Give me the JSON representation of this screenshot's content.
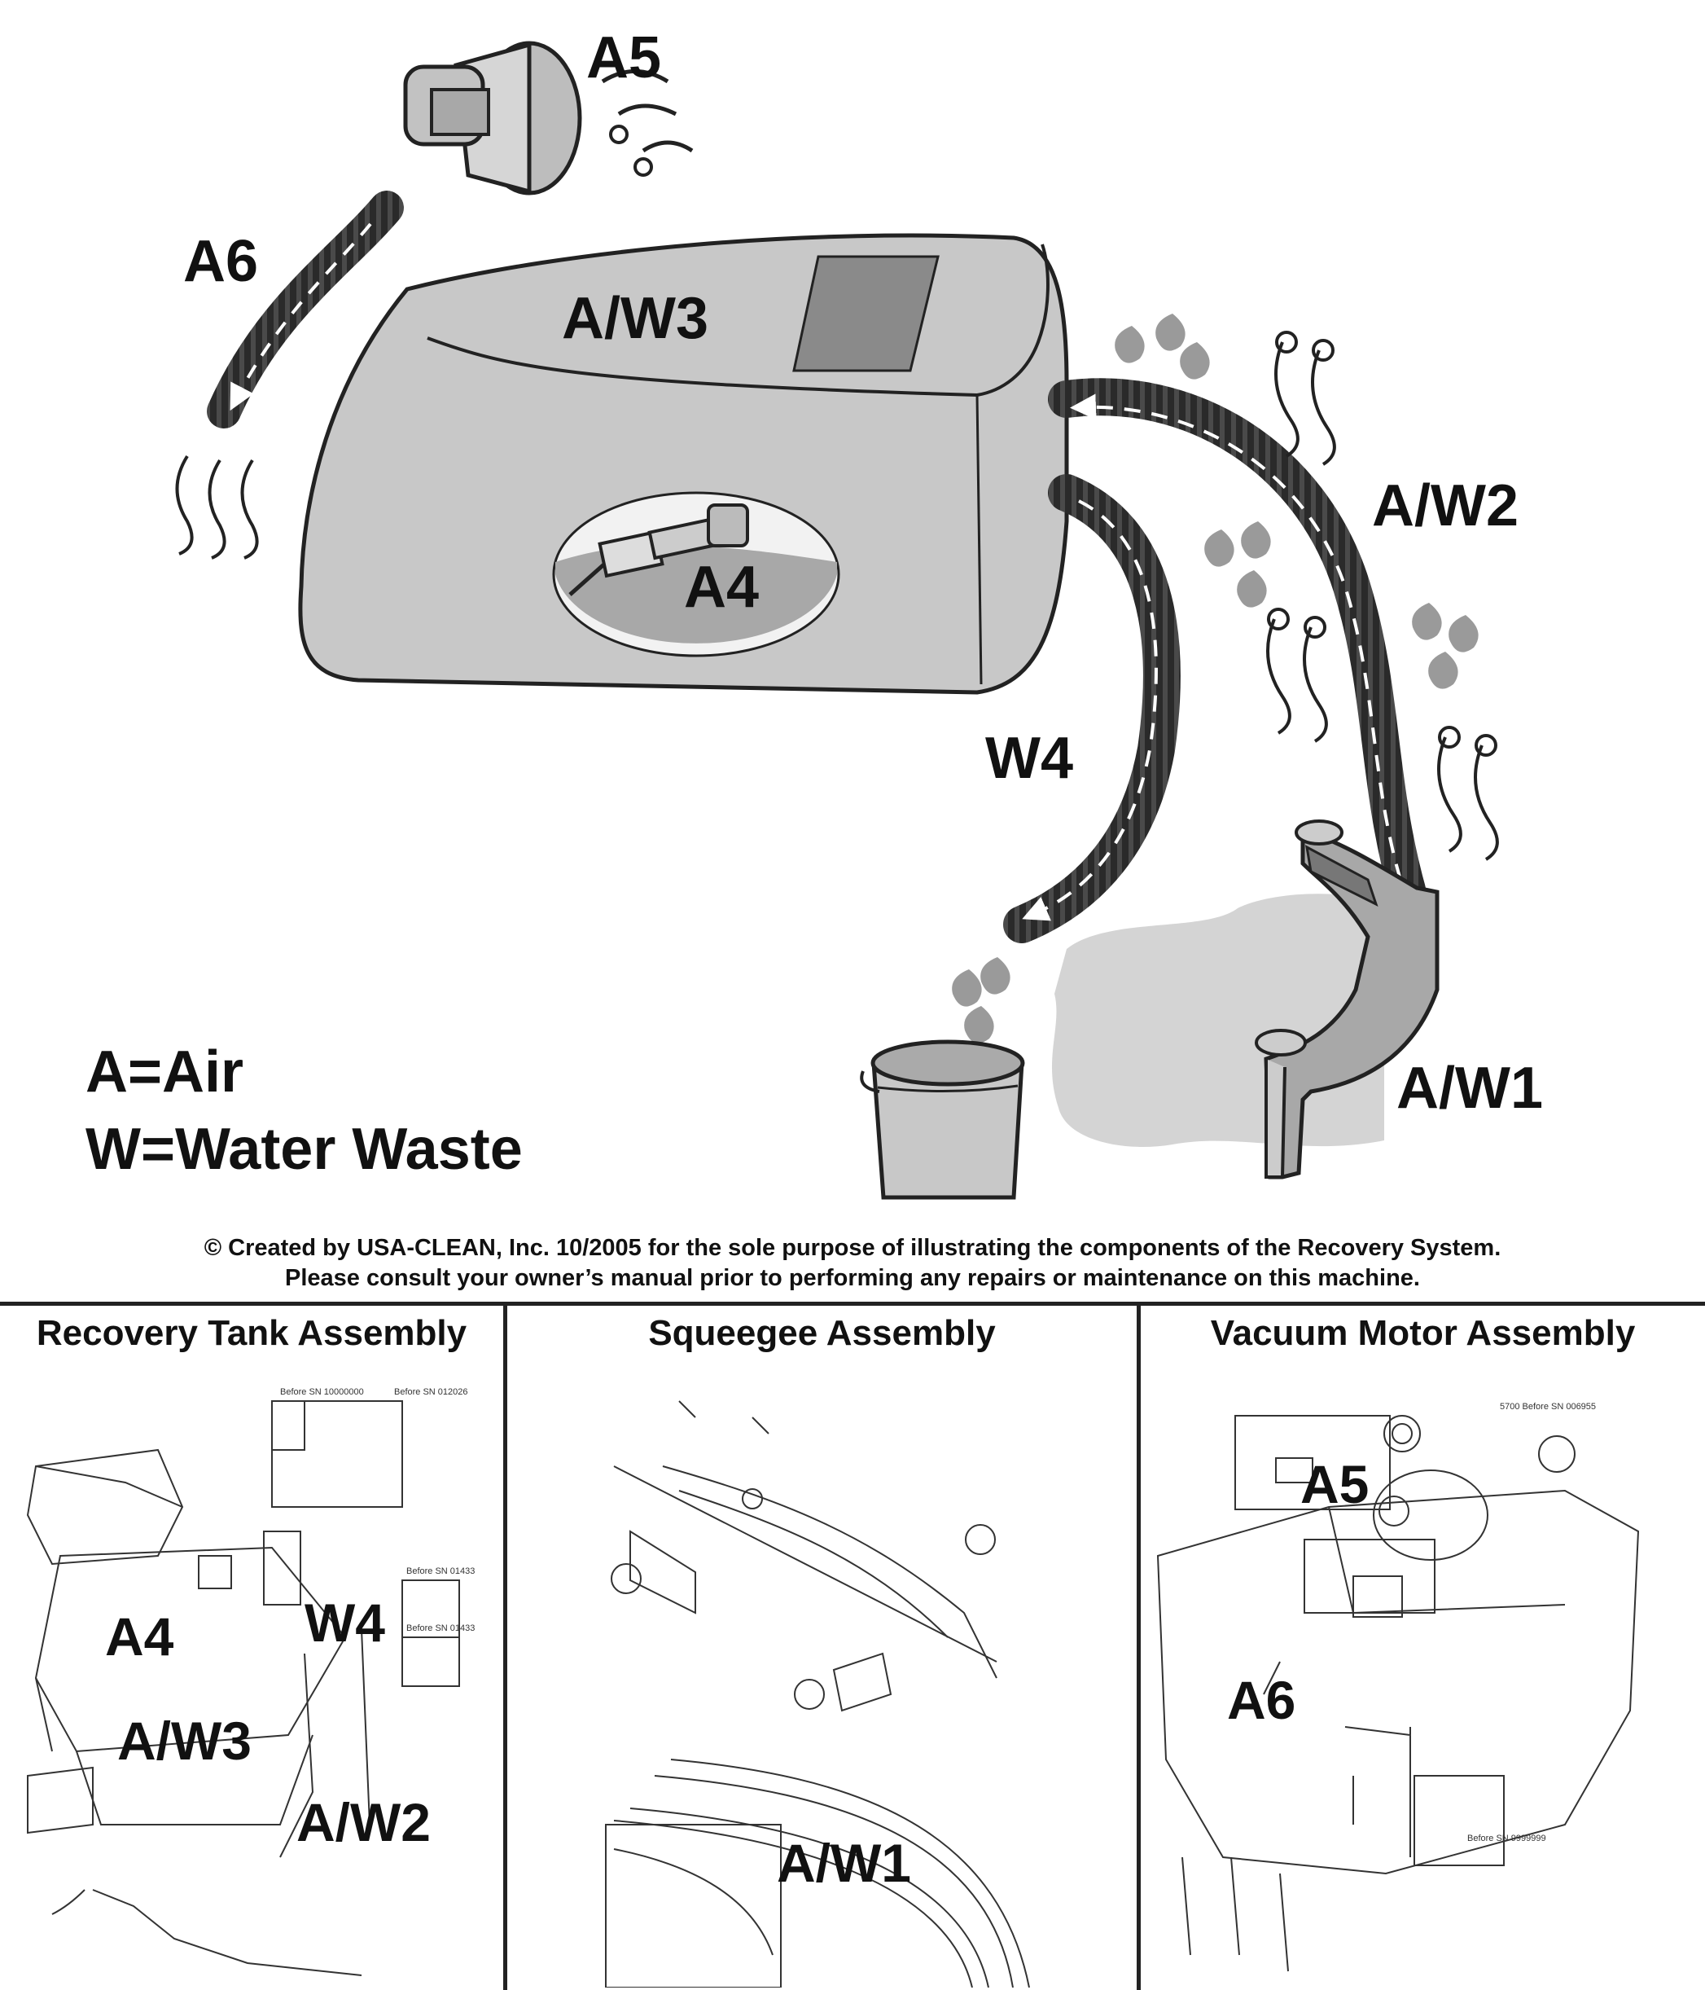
{
  "labels": {
    "a5": "A5",
    "a6": "A6",
    "aw3": "A/W3",
    "a4": "A4",
    "aw2": "A/W2",
    "w4": "W4",
    "aw1": "A/W1"
  },
  "legend": {
    "air": "A=Air",
    "water": "W=Water Waste"
  },
  "copyright": {
    "line1": "© Created by USA-CLEAN, Inc. 10/2005 for the sole purpose of illustrating the components of the Recovery System.",
    "line2": "Please consult your owner’s manual prior to performing any repairs or maintenance on this machine."
  },
  "panels": {
    "recovery": {
      "title": "Recovery Tank Assembly",
      "labels": [
        "A4",
        "W4",
        "A/W3",
        "A/W2"
      ],
      "notes": [
        "Before SN 10000000",
        "Before SN 012026",
        "Before SN 01433",
        "Before SN 01433"
      ]
    },
    "squeegee": {
      "title": "Squeegee Assembly",
      "labels": [
        "A/W1"
      ]
    },
    "vacuum": {
      "title": "Vacuum Motor Assembly",
      "labels": [
        "A5",
        "A6"
      ],
      "notes": [
        "5700 Before SN 006955",
        "Before SN 9999999"
      ]
    }
  },
  "colors": {
    "tank_fill": "#c8c8c8",
    "outline": "#222222",
    "hose": "#2a2a2a",
    "screen": "#8a8a8a",
    "drop": "#9a9a9a",
    "spill": "#d4d4d4"
  }
}
